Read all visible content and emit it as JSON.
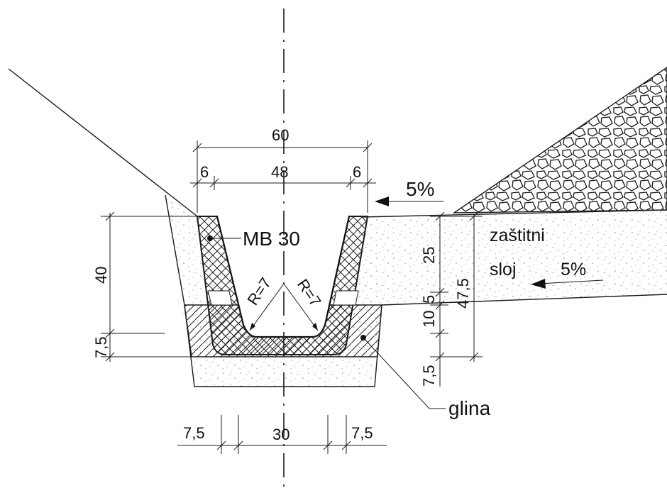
{
  "dimensions": {
    "top_width": "60",
    "left_offset": "6",
    "inner_width": "48",
    "right_offset": "6",
    "depth": "40",
    "base_left": "7,5",
    "bottom_left": "7,5",
    "bottom_center": "30",
    "bottom_right": "7,5",
    "layer_25": "25",
    "layer_5": "5",
    "layer_10": "10",
    "layer_7_5": "7,5",
    "total_47_5": "47,5",
    "radius_left": "R=7",
    "radius_right": "R=7"
  },
  "labels": {
    "concrete": "MB 30",
    "protective_line1": "zaštitni",
    "protective_line2": "sloj",
    "slope_top": "5%",
    "slope_layer": "5%",
    "clay": "glina"
  },
  "colors": {
    "ink": "#1a1a1a",
    "sand_dots": "#8a8a8a"
  }
}
